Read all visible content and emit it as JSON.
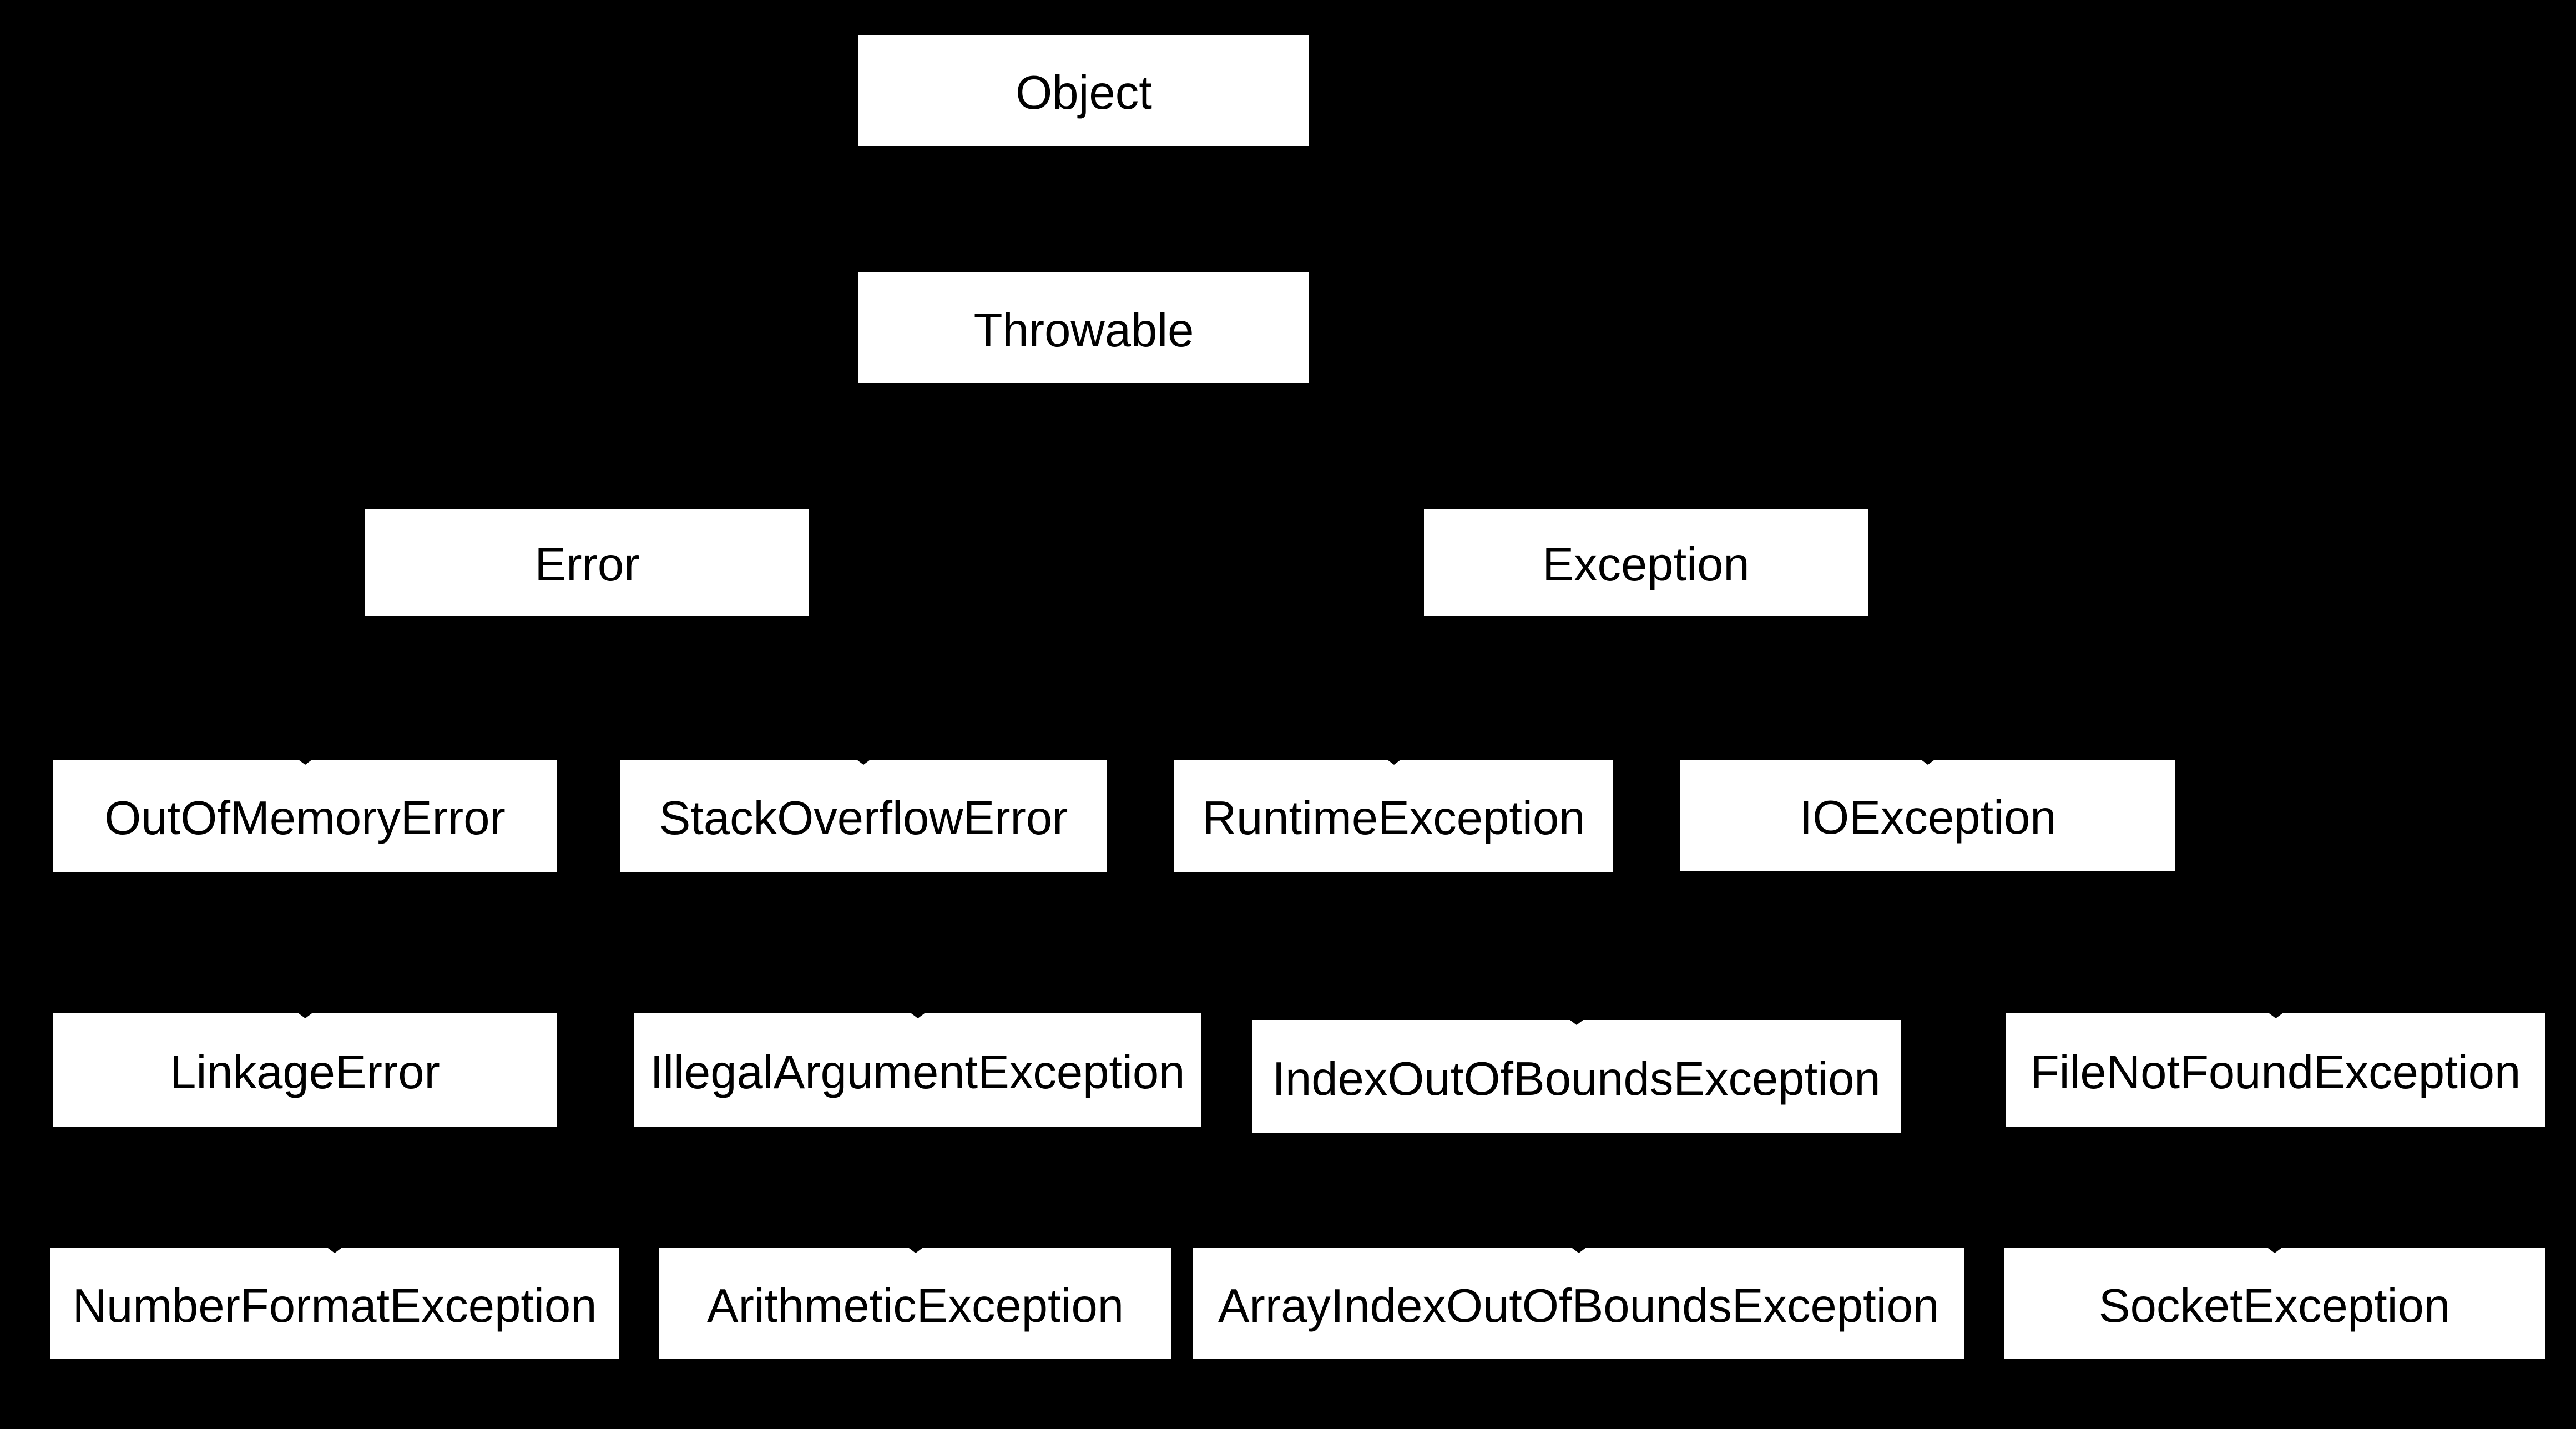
{
  "diagram": {
    "description": "Class hierarchy diagram of white boxes on a black background",
    "colors": {
      "background": "#000000",
      "node_fill": "#ffffff",
      "node_text": "#000000",
      "connector": "#000000"
    },
    "nodes": [
      {
        "id": "object",
        "label": "Object",
        "row": 1
      },
      {
        "id": "throwable",
        "label": "Throwable",
        "row": 2
      },
      {
        "id": "error",
        "label": "Error",
        "row": 3
      },
      {
        "id": "exception",
        "label": "Exception",
        "row": 3
      },
      {
        "id": "out-of-memory-error",
        "label": "OutOfMemoryError",
        "row": 4
      },
      {
        "id": "stack-overflow-error",
        "label": "StackOverflowError",
        "row": 4
      },
      {
        "id": "runtime-exception",
        "label": "RuntimeException",
        "row": 4
      },
      {
        "id": "io-exception",
        "label": "IOException",
        "row": 4
      },
      {
        "id": "linkage-error",
        "label": "LinkageError",
        "row": 5
      },
      {
        "id": "illegal-argument-exception",
        "label": "IllegalArgumentException",
        "row": 5
      },
      {
        "id": "index-out-of-bounds-exception",
        "label": "IndexOutOfBoundsException",
        "row": 5
      },
      {
        "id": "file-not-found-exception",
        "label": "FileNotFoundException",
        "row": 5
      },
      {
        "id": "number-format-exception",
        "label": "NumberFormatException",
        "row": 6
      },
      {
        "id": "arithmetic-exception",
        "label": "ArithmeticException",
        "row": 6
      },
      {
        "id": "array-index-out-of-bounds-exception",
        "label": "ArrayIndexOutOfBoundsException",
        "row": 6
      },
      {
        "id": "socket-exception",
        "label": "SocketException",
        "row": 6
      }
    ]
  }
}
